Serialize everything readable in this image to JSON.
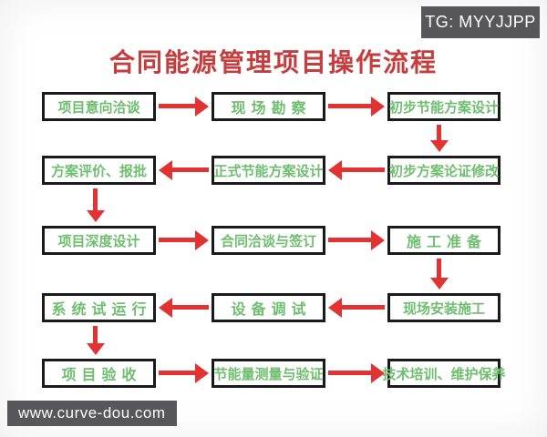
{
  "badge": {
    "label": "TG: MYYJJPP"
  },
  "title": {
    "text": "合同能源管理项目操作流程"
  },
  "watermark": {
    "label": "www.curve-dou.com"
  },
  "colors": {
    "title_red": "#c53d3d",
    "arrow_red": "#e23232",
    "box_text_green": "#6fbe6f",
    "box_border": "#1a1a1a",
    "chrome_gray": "#57575a"
  },
  "flow": {
    "rows": [
      {
        "direction": "right",
        "boxes": [
          "项目意向洽谈",
          "现场勘察",
          "初步节能方案设计"
        ]
      },
      {
        "direction": "left",
        "boxes": [
          "方案评价、报批",
          "正式节能方案设计",
          "初步方案论证修改"
        ]
      },
      {
        "direction": "right",
        "boxes": [
          "项目深度设计",
          "合同洽谈与签订",
          "施工准备"
        ]
      },
      {
        "direction": "left",
        "boxes": [
          "系统试运行",
          "设备调试",
          "现场安装施工"
        ]
      },
      {
        "direction": "right",
        "boxes": [
          "项目验收",
          "节能量测量与验证",
          "技术培训、维护保养"
        ]
      }
    ]
  }
}
